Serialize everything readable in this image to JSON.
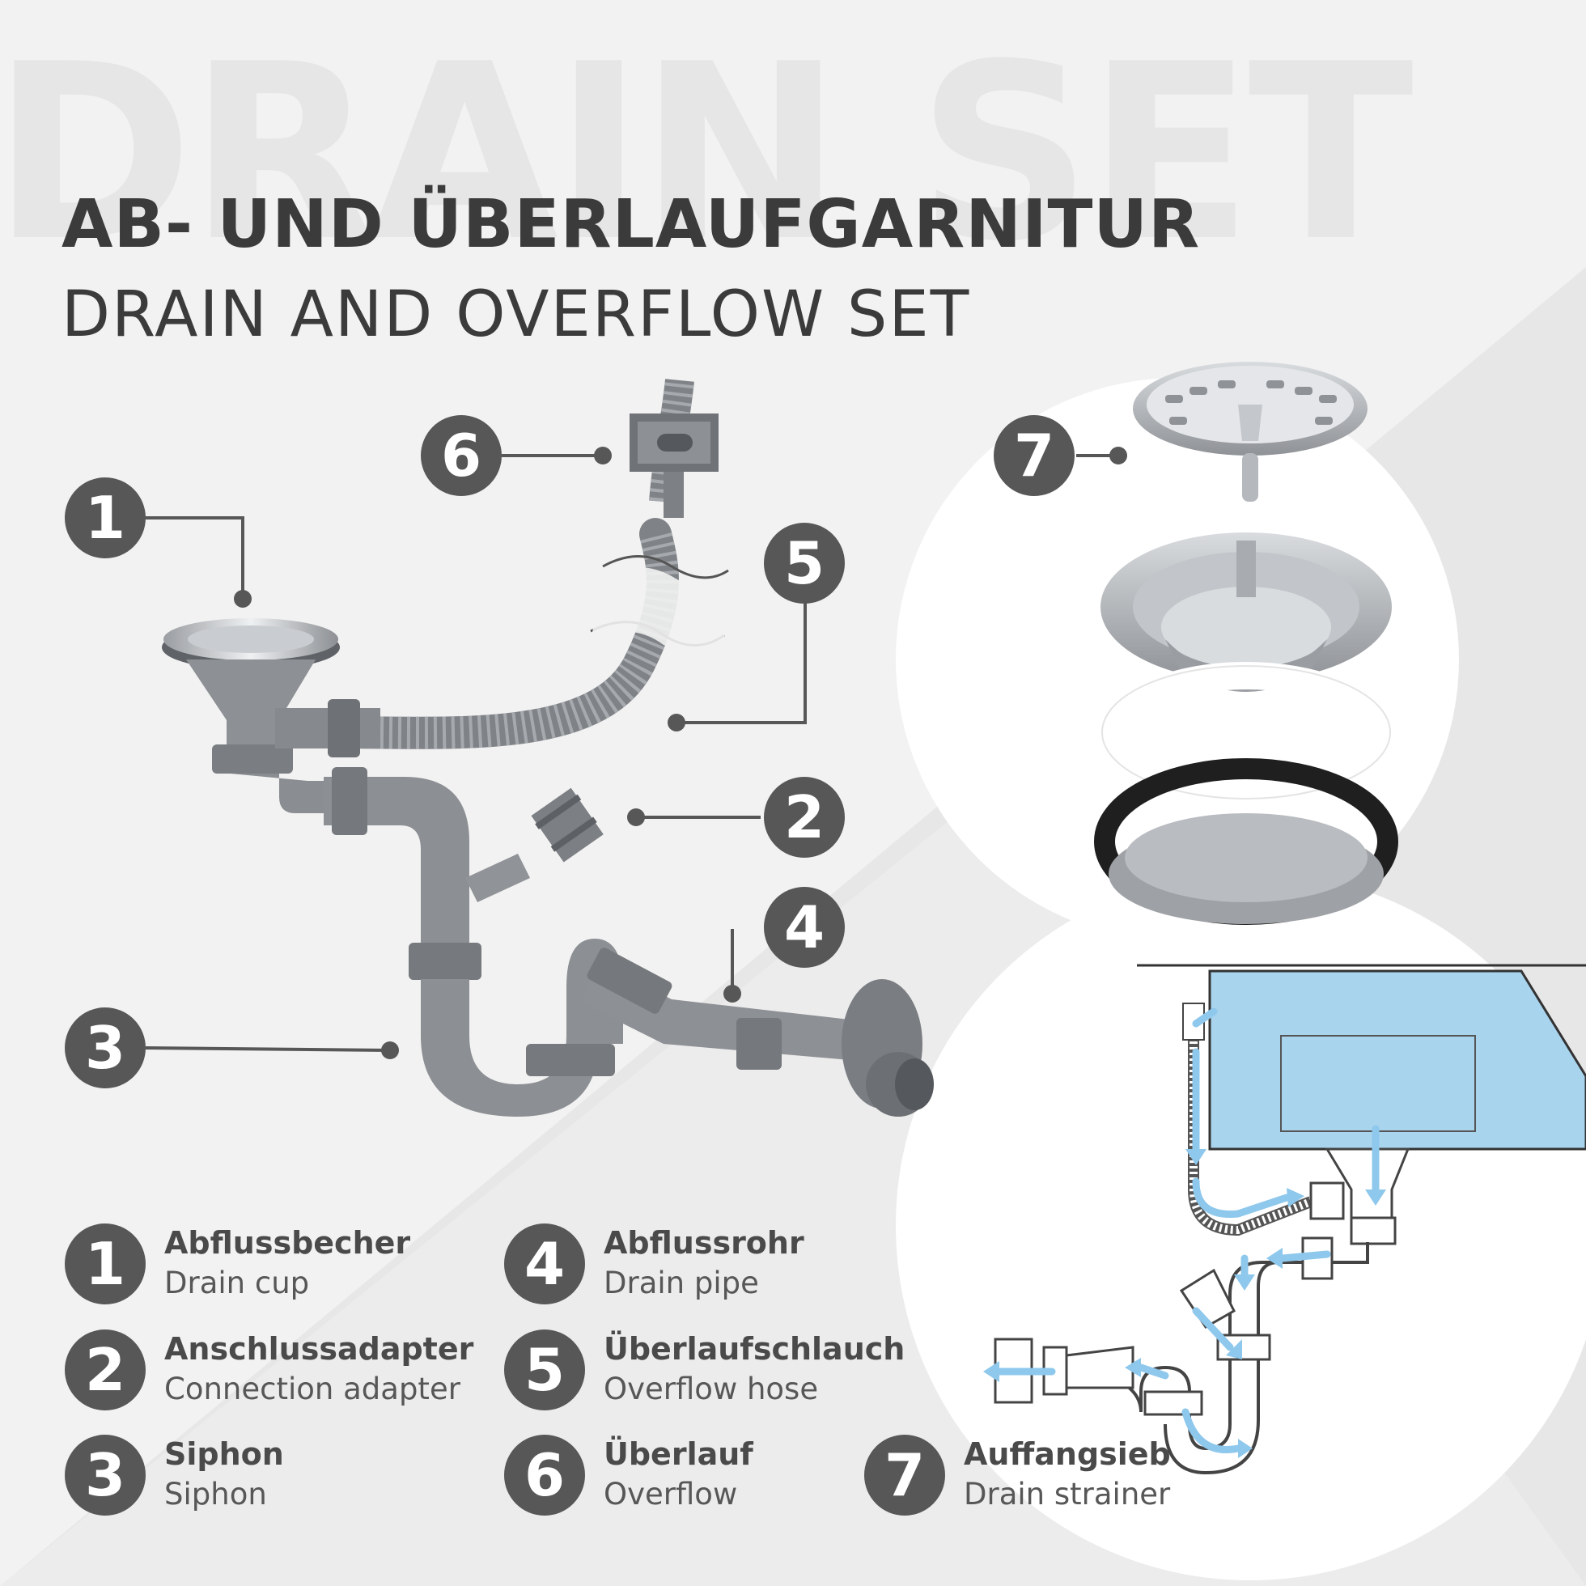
{
  "watermark": "DRAIN SET",
  "title_de": "AB- UND ÜBERLAUFGARNITUR",
  "title_en": "DRAIN AND OVERFLOW SET",
  "callouts": [
    "1",
    "2",
    "3",
    "4",
    "5",
    "6",
    "7"
  ],
  "legend": [
    {
      "num": "1",
      "de": "Abflussbecher",
      "en": "Drain cup"
    },
    {
      "num": "2",
      "de": "Anschlussadapter",
      "en": "Connection adapter"
    },
    {
      "num": "3",
      "de": "Siphon",
      "en": "Siphon"
    },
    {
      "num": "4",
      "de": "Abflussrohr",
      "en": "Drain pipe"
    },
    {
      "num": "5",
      "de": "Überlaufschlauch",
      "en": "Overflow hose"
    },
    {
      "num": "6",
      "de": "Überlauf",
      "en": "Overflow"
    },
    {
      "num": "7",
      "de": "Auffangsieb",
      "en": "Drain strainer"
    }
  ],
  "colors": {
    "badge": "#575757",
    "pipe": "#8a8d91",
    "water": "#a9d4ee",
    "flow_arrow": "#8ec8ec",
    "background": "#f2f2f2"
  }
}
